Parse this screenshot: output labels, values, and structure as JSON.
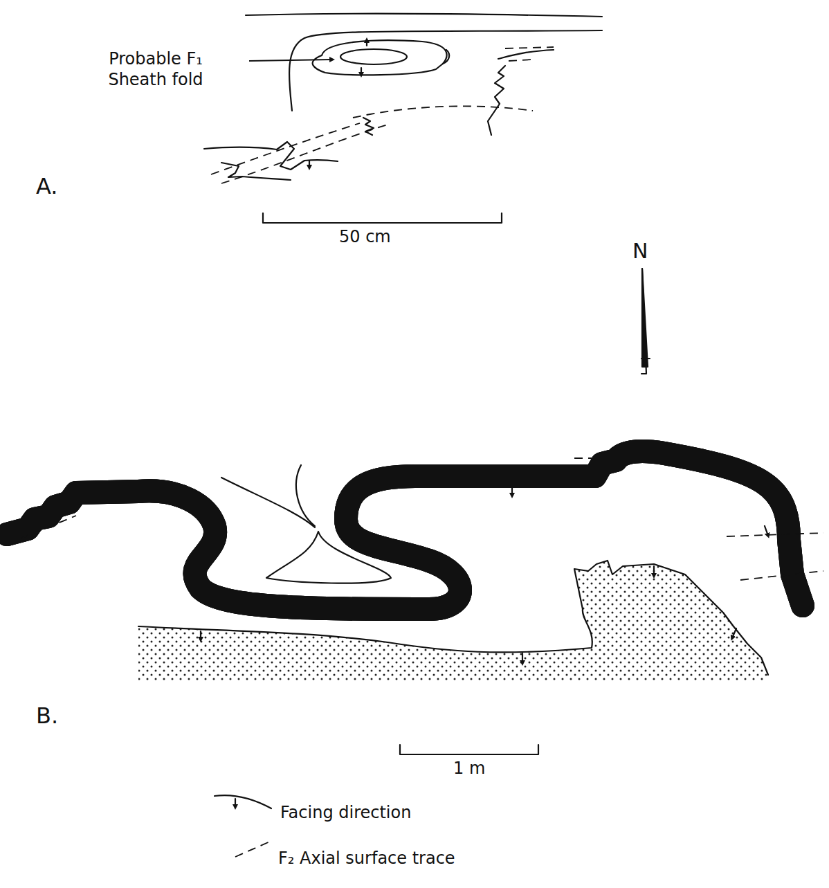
{
  "diagram": {
    "labels": [
      "Probable F₁ Sheath fold",
      "A.",
      "50 cm",
      "N",
      "B.",
      "1 m"
    ],
    "legend": [
      {
        "text": "Facing direction"
      },
      {
        "text": "F₂ Axial surface trace"
      }
    ]
  }
}
